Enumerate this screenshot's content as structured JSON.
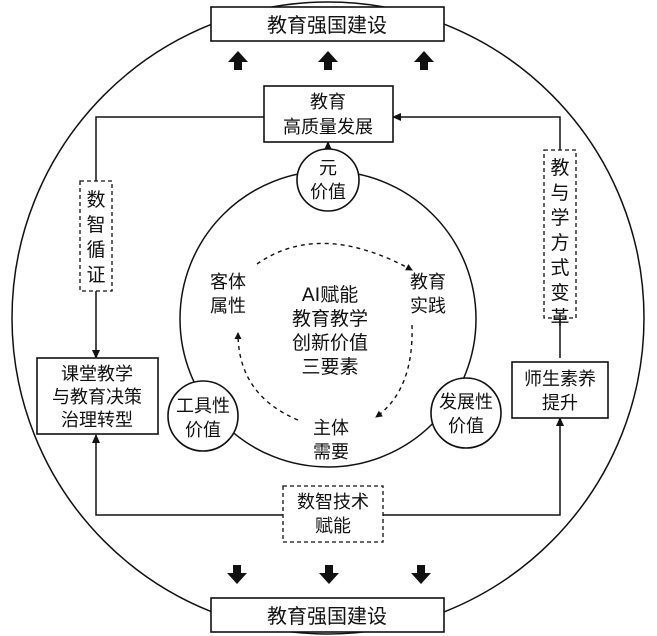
{
  "top_label": "教育强国建设",
  "bottom_label": "教育强国建设",
  "goal": [
    "教育",
    "高质量发展"
  ],
  "left_box": [
    "课堂教学",
    "与教育决策",
    "治理转型"
  ],
  "right_box": [
    "师生素养",
    "提升"
  ],
  "left_vertical": "数智循证",
  "right_vertical": "教与学方式变革",
  "bottom_dashed": [
    "数智技术",
    "赋能"
  ],
  "value_circles": {
    "top": [
      "元",
      "价值"
    ],
    "left": [
      "工具性",
      "价值"
    ],
    "right": [
      "发展性",
      "价值"
    ]
  },
  "cycle_labels": {
    "left": [
      "客体",
      "属性"
    ],
    "right": [
      "教育",
      "实践"
    ],
    "bottom": [
      "主体",
      "需要"
    ]
  },
  "center": [
    "AI赋能",
    "教育教学",
    "创新价值",
    "三要素"
  ]
}
